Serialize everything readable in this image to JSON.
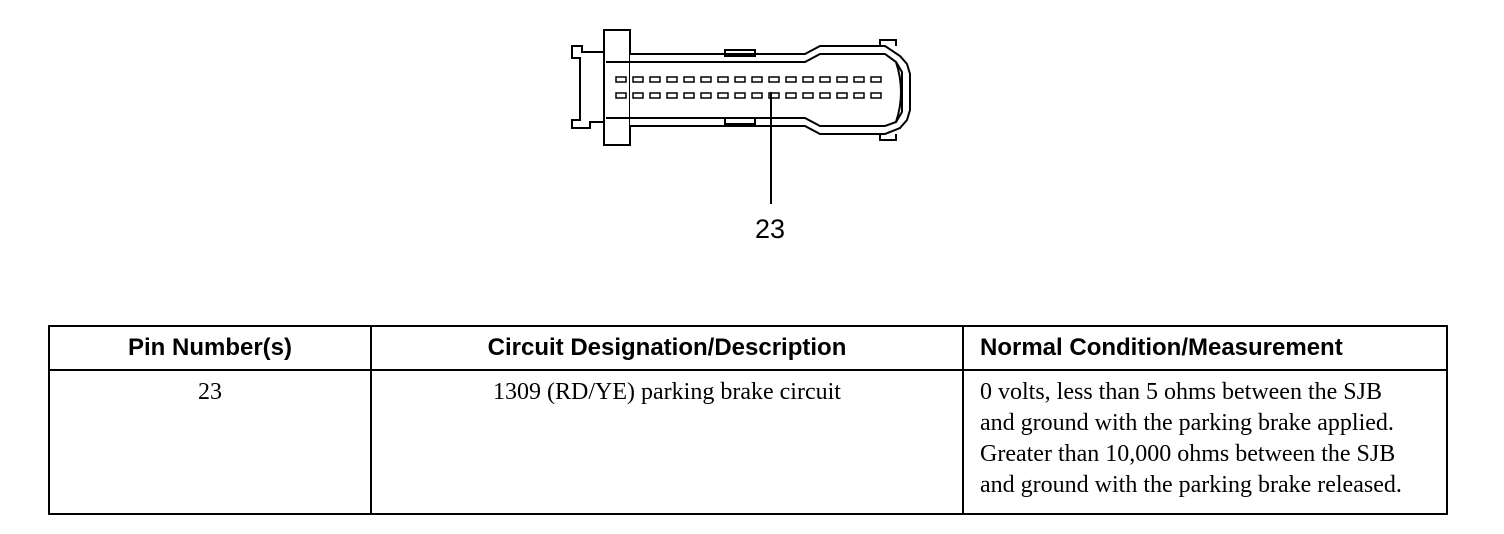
{
  "diagram": {
    "callout_pin": "23"
  },
  "table": {
    "headers": {
      "pin": "Pin Number(s)",
      "circuit": "Circuit Designation/Description",
      "condition": "Normal Condition/Measurement"
    },
    "rows": [
      {
        "pin": "23",
        "circuit": "1309 (RD/YE) parking brake circuit",
        "condition_lines": [
          "0 volts, less than 5 ohms between the SJB",
          "and ground with the parking brake applied.",
          "Greater than 10,000 ohms between the SJB",
          "and ground with the parking brake released."
        ]
      }
    ]
  }
}
